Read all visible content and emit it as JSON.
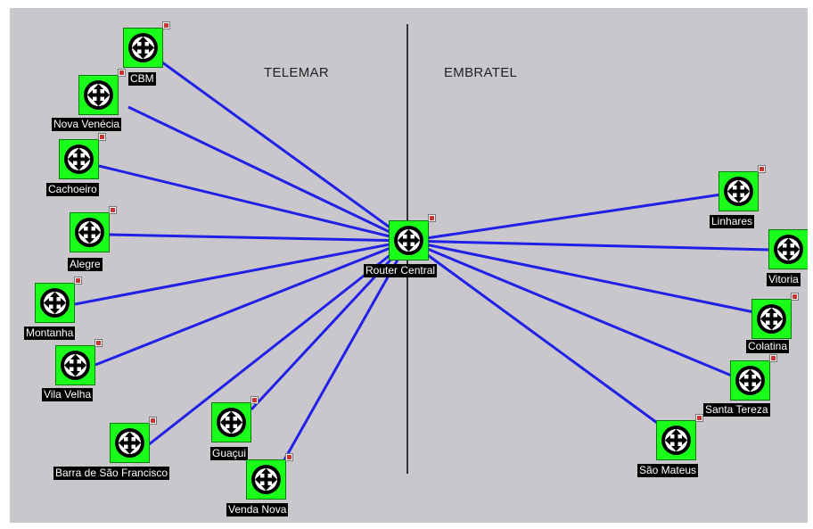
{
  "regions": {
    "left": "TELEMAR",
    "right": "EMBRATEL"
  },
  "colors": {
    "background": "#c9c7cc",
    "link": "#2020e6",
    "node": "#19ff19",
    "divider": "#333333"
  },
  "icon": "router-icon",
  "hub": "Router Central",
  "nodes": [
    "CBM",
    "Nova Venécia",
    "Cachoeiro",
    "Alegre",
    "Montanha",
    "Vila Velha",
    "Barra de São Francisco",
    "Guaçui",
    "Venda Nova",
    "Linhares",
    "Vitoria",
    "Colatina",
    "Santa Tereza",
    "São Mateus"
  ]
}
